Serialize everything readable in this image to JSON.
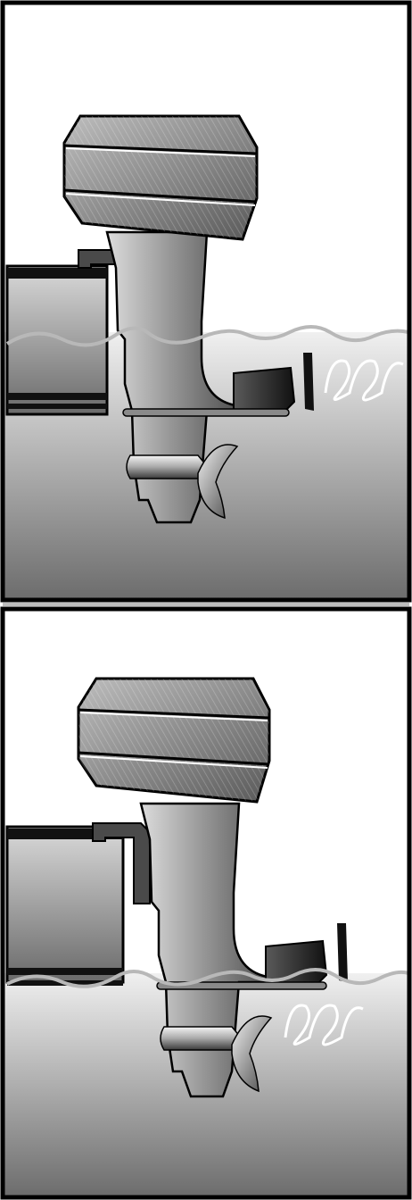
{
  "figure": {
    "panels": [
      {
        "id": "top",
        "subject": "outboard-motor",
        "waterline": "high"
      },
      {
        "id": "bottom",
        "subject": "outboard-motor",
        "waterline": "low"
      }
    ],
    "colors": {
      "border": "#000000",
      "water_light": "#e6e6e6",
      "water_dark": "#6e6e6e",
      "wave_line": "#b5b5b5",
      "swirl": "#ffffff",
      "motor_light": "#d7d7d7",
      "motor_dark": "#555555",
      "accessory": "#1a1a1a"
    }
  }
}
